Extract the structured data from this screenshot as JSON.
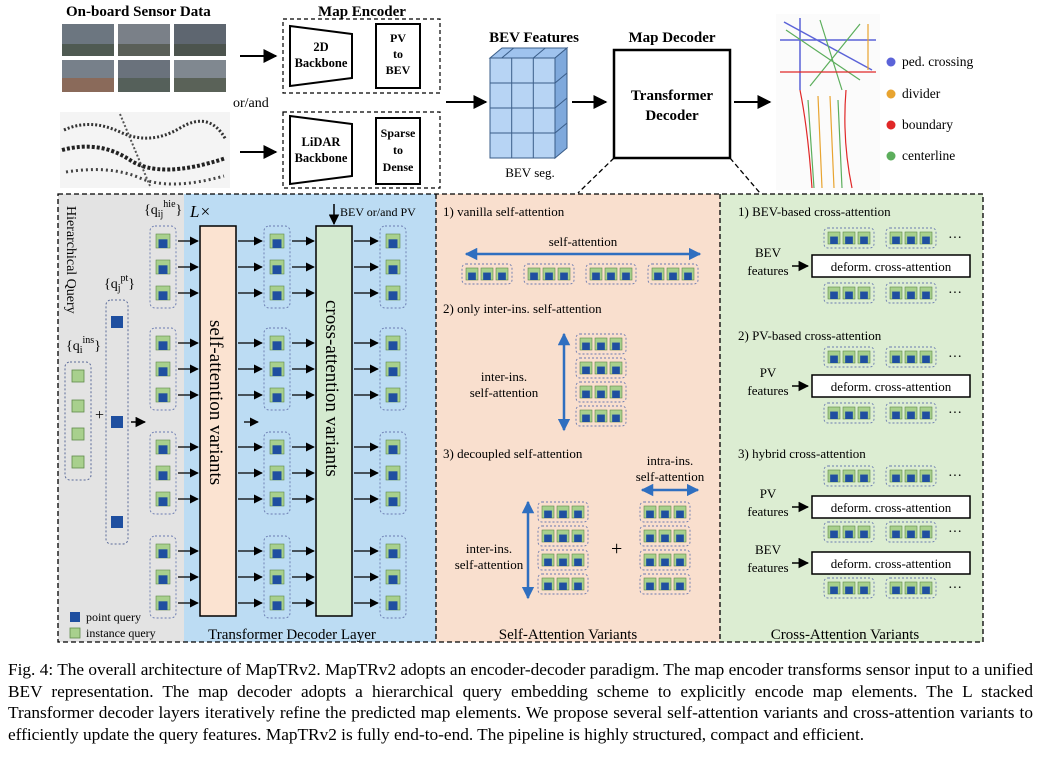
{
  "top": {
    "sensor_title": "On-board Sensor Data",
    "encoder_title": "Map Encoder",
    "backbone_2d": [
      "2D",
      "Backbone"
    ],
    "pv_to_bev": [
      "PV",
      "to",
      "BEV"
    ],
    "or_and": "or/and",
    "backbone_lidar": [
      "LiDAR",
      "Backbone"
    ],
    "sparse_to_dense": [
      "Sparse",
      "to",
      "Dense"
    ],
    "bev_features_title": "BEV Features",
    "bev_seg": "BEV seg.",
    "decoder_title": "Map Decoder",
    "transformer_decoder": [
      "Transformer",
      "Decoder"
    ]
  },
  "legend_top": [
    {
      "label": "ped. crossing",
      "color": "#5b63d8"
    },
    {
      "label": "divider",
      "color": "#e8a430"
    },
    {
      "label": "boundary",
      "color": "#e02828"
    },
    {
      "label": "centerline",
      "color": "#5cae5c"
    }
  ],
  "query_panel": {
    "hier_label": "Hierarchical Query",
    "q_ins": "{q",
    "q_ins_sub": "i",
    "q_ins_sup": "ins",
    "q_pt": "{q",
    "q_pt_sub": "j",
    "q_pt_sup": "pt",
    "q_hie": "{q",
    "q_hie_sub": "ij",
    "q_hie_sup": "hie",
    "close_brace": "}",
    "plus": "+",
    "legend_point": "point query",
    "legend_instance": "instance query"
  },
  "decoder_layer": {
    "repeat": "L×",
    "bev_pv": "BEV or/and PV",
    "self_attn_variants": "self-attention variants",
    "cross_attn_variants": "cross-attention variants",
    "footer": "Transformer Decoder Layer"
  },
  "self_attention": {
    "item1": "1) vanilla self-attention",
    "item1_arrow": "self-attention",
    "item2": "2) only inter-ins. self-attention",
    "item2_label": [
      "inter-ins.",
      "self-attention"
    ],
    "item3": "3) decoupled self-attention",
    "item3_left": [
      "inter-ins.",
      "self-attention"
    ],
    "item3_right": [
      "intra-ins.",
      "self-attention"
    ],
    "plus": "+",
    "footer": "Self-Attention Variants"
  },
  "cross_attention": {
    "item1": "1) BEV-based cross-attention",
    "item2": "2) PV-based cross-attention",
    "item3": "3) hybrid cross-attention",
    "bev_features": [
      "BEV",
      "features"
    ],
    "pv_features": [
      "PV",
      "features"
    ],
    "deform": "deform. cross-attention",
    "ellipsis": "···",
    "footer": "Cross-Attention Variants"
  },
  "colors": {
    "point": "#1f4fa0",
    "instance": "#a8d08d",
    "query_bg": "#e3e3e3",
    "decoder_bg": "#bcdcf3",
    "self_bg": "#f9dfce",
    "cross_bg": "#dcedd2",
    "sa_box": "#fbe3d1",
    "ca_box": "#d4ead0",
    "blue_arrow": "#2f6fc0"
  },
  "caption": "Fig. 4: The overall architecture of MapTRv2. MapTRv2 adopts an encoder-decoder paradigm. The map encoder transforms sensor input to a unified BEV representation. The map decoder adopts a hierarchical query embedding scheme to explicitly encode map elements. The L stacked Transformer decoder layers iteratively refine the predicted map elements. We propose several self-attention variants and cross-attention variants to efficiently update the query features. MapTRv2 is fully end-to-end. The pipeline is highly structured, compact and efficient."
}
